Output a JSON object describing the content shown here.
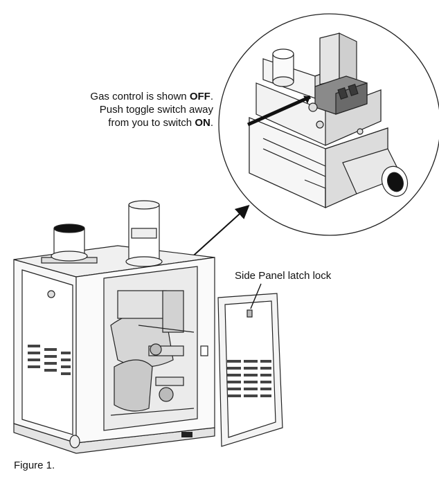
{
  "labels": {
    "gas_note_line1_pre": "Gas control is shown ",
    "gas_note_line1_bold": "OFF",
    "gas_note_line1_post": ".",
    "gas_note_line2": "Push toggle switch away",
    "gas_note_line3_pre": "from you to switch ",
    "gas_note_line3_bold": "ON",
    "gas_note_line3_post": ".",
    "latch": "Side Panel latch lock",
    "figure": "Figure 1."
  }
}
